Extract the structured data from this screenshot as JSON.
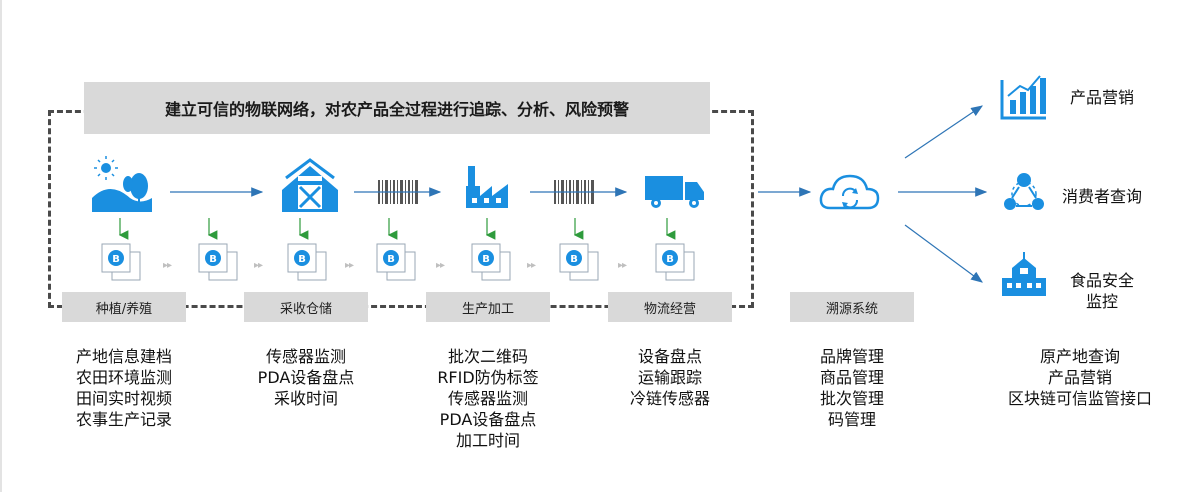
{
  "banner": "建立可信的物联网络，对农产品全过程进行追踪、分析、风险预警",
  "stages": [
    {
      "label": "种植/养殖",
      "items": [
        "产地信息建档",
        "农田环境监测",
        "田间实时视频",
        "农事生产记录"
      ]
    },
    {
      "label": "采收仓储",
      "items": [
        "传感器监测",
        "PDA设备盘点",
        "采收时间"
      ]
    },
    {
      "label": "生产加工",
      "items": [
        "批次二维码",
        "RFID防伪标签",
        "传感器监测",
        "PDA设备盘点",
        "加工时间"
      ]
    },
    {
      "label": "物流经营",
      "items": [
        "设备盘点",
        "运输跟踪",
        "冷链传感器"
      ]
    },
    {
      "label": "溯源系统",
      "items": [
        "品牌管理",
        "商品管理",
        "批次管理",
        "码管理"
      ]
    }
  ],
  "outputs": [
    {
      "label": "产品营销",
      "icon": "bar-chart-icon"
    },
    {
      "label": "消费者查询",
      "icon": "people-network-icon"
    },
    {
      "label": "食品安全\n监控",
      "label_lines": [
        "食品安全",
        "监控"
      ],
      "icon": "building-icon"
    }
  ],
  "output_items": [
    "原产地查询",
    "产品营销",
    "区块链可信监管接口"
  ],
  "dots": "▸▸",
  "colors": {
    "accent_blue": "#1a8fe0",
    "arrow_blue": "#2e75b6",
    "down_green": "#2e9b3c",
    "label_gray": "#d9d9d9"
  }
}
